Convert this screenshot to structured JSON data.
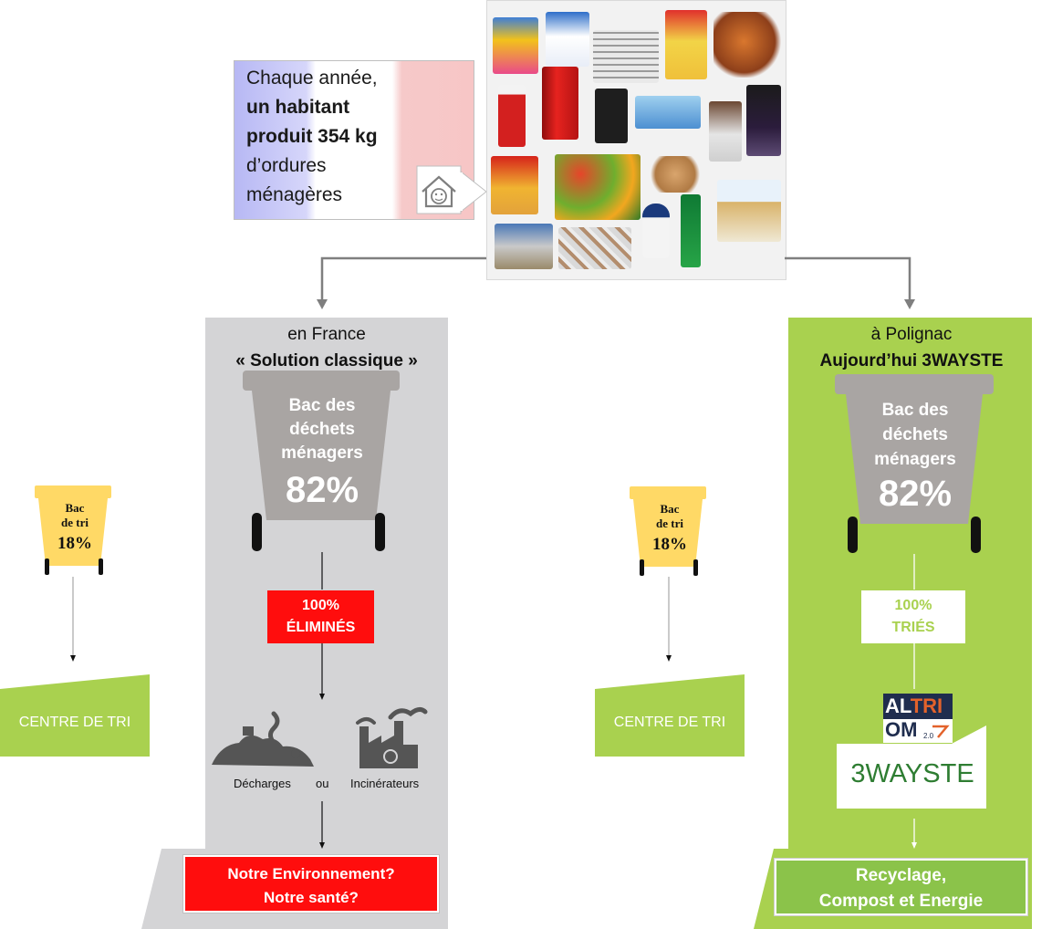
{
  "intro": {
    "line1": "Chaque année,",
    "line2": "un habitant",
    "line3": "produit 354 kg",
    "line4": "d’ordures",
    "line5": "ménagères"
  },
  "france": {
    "subtitle": "en France",
    "title": "« Solution classique »",
    "bin_line1": "Bac des",
    "bin_line2": "déchets",
    "bin_line3": "ménagers",
    "bin_percent": "82%",
    "eliminated_line1": "100%",
    "eliminated_line2": "ÉLIMINÉS",
    "landfill_label": "Décharges",
    "or_label": "ou",
    "incinerator_label": "Incinérateurs",
    "result_line1": "Notre Environnement?",
    "result_line2": "Notre santé?"
  },
  "polignac": {
    "subtitle": "à Polignac",
    "title": "Aujourd’hui 3WAYSTE",
    "bin_line1": "Bac des",
    "bin_line2": "déchets",
    "bin_line3": "ménagers",
    "bin_percent": "82%",
    "sorted_line1": "100%",
    "sorted_line2": "TRIÉS",
    "altriom_top": "ALTRI",
    "altriom_bottom": "OM",
    "altriom_version": "2.0",
    "wayste_logo": "3WAYSTE",
    "result_line1": "Recyclage,",
    "result_line2": "Compost et Energie"
  },
  "sorting_bin_left": {
    "line1": "Bac",
    "line2": "de tri",
    "percent": "18%"
  },
  "sorting_bin_right": {
    "line1": "Bac",
    "line2": "de tri",
    "percent": "18%"
  },
  "centre_left": "CENTRE DE TRI",
  "centre_right": "CENTRE DE TRI",
  "colors": {
    "grey_panel": "#d4d4d6",
    "green_panel": "#a9d14f",
    "red_box": "#ff0d0d",
    "yellow_bin": "#ffd966",
    "bin_grey": "#a9a5a3"
  },
  "icons": [
    "house-smiley-icon",
    "landfill-icon",
    "incinerator-factory-icon",
    "product-collage-image"
  ]
}
